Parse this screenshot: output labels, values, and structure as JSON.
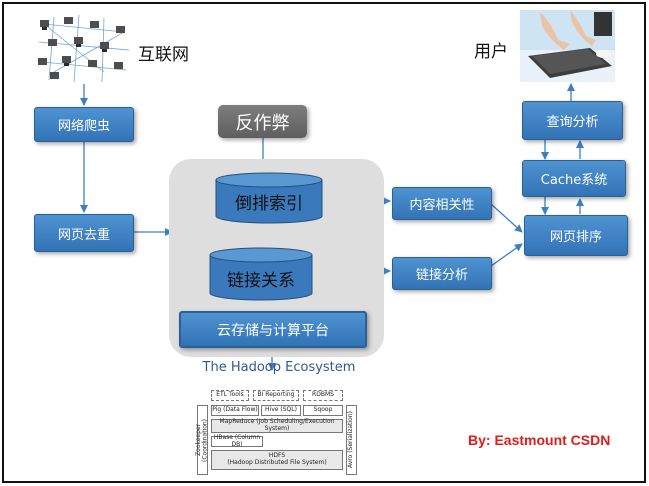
{
  "nodes": {
    "internet": "互联网",
    "user": "用户",
    "crawler": "网络爬虫",
    "dedup": "网页去重",
    "antispam": "反作弊",
    "inverted_index": "倒排索引",
    "link_relation": "链接关系",
    "cloud_platform": "云存储与计算平台",
    "content_relevance": "内容相关性",
    "link_analysis": "链接分析",
    "query_analysis": "查询分析",
    "cache_system": "Cache系统",
    "page_ranking": "网页排序"
  },
  "ecosystem_caption": "The Hadoop Ecosystem",
  "hadoop_stack": {
    "etl": "ETL Tools",
    "bi": "BI Reporting",
    "rdbms": "RDBMS",
    "pig": "Pig (Data Flow)",
    "hive": "Hive (SQL)",
    "sqoop": "Sqoop",
    "mapreduce": "MapReduce (Job Scheduling/Execution System)",
    "hbase": "HBase (Column DB)",
    "hdfs_title": "HDFS",
    "hdfs_sub": "(Hadoop Distributed File System)",
    "zookeeper": "Zookeeper (Coordination)",
    "avro": "Avro (Serialization)"
  },
  "byline": "By: Eastmount CSDN",
  "colors": {
    "box_blue": "#3f84c6",
    "arrow_blue": "#3d7fc1",
    "grey_box": "#6b6b6b",
    "ecosystem_bg": "#dedede",
    "byline_red": "#e01b1b"
  }
}
